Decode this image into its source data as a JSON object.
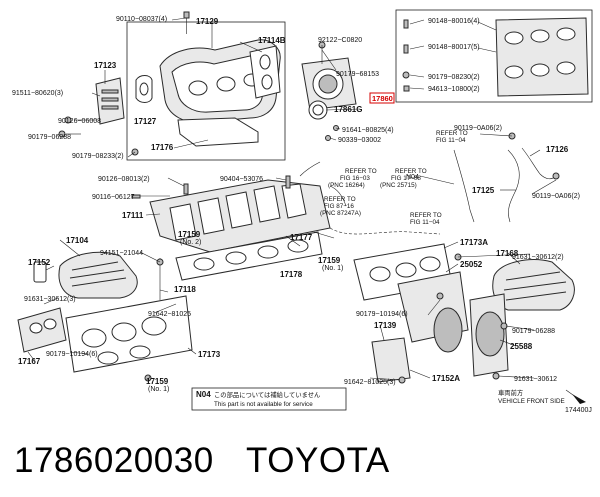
{
  "caption": {
    "part_number": "1786020030",
    "brand": "TOYOTA"
  },
  "labels": {
    "l90110": "90110−08037(4)",
    "l17129": "17129",
    "l92122": "92122−C0820",
    "l17114B": "17114B",
    "l90179_68153": "90179−68153",
    "l17123": "17123",
    "l17860": "17860",
    "l17861G": "17861G",
    "l91511": "91511−80620(3)",
    "l90126_06008": "90126−06008",
    "l17127": "17127",
    "l90179_06288a": "90179−06288",
    "l90179_08233": "90179−08233(2)",
    "l17176": "17176",
    "l91641": "91641−80825(4)",
    "l90339": "90339−03002",
    "l90126_08013": "90126−08013(2)",
    "l90404": "90404−53076",
    "l90116": "90116−06127",
    "l17111": "17111",
    "l17159a": "17159",
    "l17159a_no": "(No. 2)",
    "l17104": "17104",
    "l94151": "94151−21044",
    "l17177": "17177",
    "l17152": "17152",
    "l17118": "17118",
    "l91631_3": "91631−30612(3)",
    "l91642_top": "91642−81025",
    "l17178": "17178",
    "l17159b": "17159",
    "l17159b_no": "(No. 1)",
    "l17167": "17167",
    "l90179_10194a": "90179−10194(6)",
    "l17173": "17173",
    "l17159c": "17159",
    "l17159c_no": "(No. 1)",
    "l90119a": "90119−0A06(2)",
    "l17126": "17126",
    "l17125": "17125",
    "l90119b": "90119−0A06(2)",
    "lN04": "N04",
    "l91631_2": "91631−30612(2)",
    "l17173A": "17173A",
    "l25052": "25052",
    "l17168": "17168",
    "l90179_10194b": "90179−10194(6)",
    "l17139": "17139",
    "l90179_06288b": "90179−06288",
    "l25588": "25588",
    "l91642_bot": "91642−81025(3)",
    "l17152A": "17152A",
    "l91631_30612": "91631−30612",
    "l174400J": "174400J"
  },
  "refs": {
    "r1_a": "REFER TO",
    "r1_b": "FIG 16−03",
    "r1_c": "(PNC 16264)",
    "r2_a": "REFER TO",
    "r2_b": "FIG 17−08",
    "r2_c": "(PNC 25715)",
    "r3_a": "REFER TO",
    "r3_b": "FIG 87−16",
    "r3_c": "(PNC 87247A)",
    "r4_a": "REFER TO",
    "r4_b": "FIG 11−04",
    "r5_a": "REFER TO",
    "r5_b": "FIG 11−04"
  },
  "inset": {
    "rows": [
      {
        "code": "90148−80016(4)"
      },
      {
        "code": "90148−80017(5)"
      },
      {
        "code": "90179−08230(2)"
      },
      {
        "code": "94613−10800(2)"
      }
    ]
  },
  "notice": {
    "code": "N04",
    "jp": "この部品については補給していません",
    "en": "This part is not available for service"
  },
  "direction": {
    "jp": "車両前方",
    "en": "VEHICLE FRONT SIDE"
  },
  "colors": {
    "highlight": "#d40000",
    "line": "#222222",
    "part_fill": "#e9e9e9"
  }
}
